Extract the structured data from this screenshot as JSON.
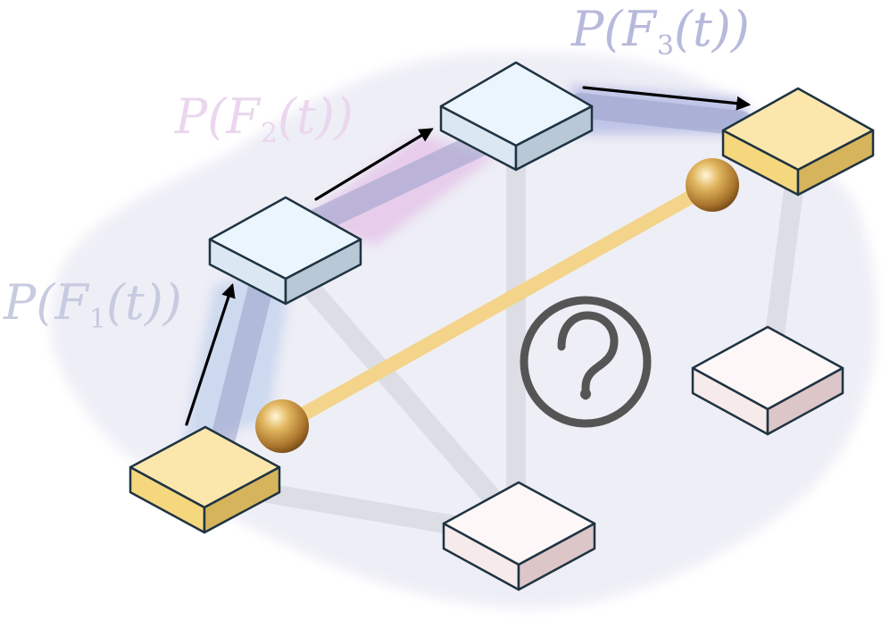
{
  "labels": {
    "p1": {
      "pre": "P(F",
      "sub": "1",
      "post": "(t))"
    },
    "p2": {
      "pre": "P(F",
      "sub": "2",
      "post": "(t))"
    },
    "p3": {
      "pre": "P(F",
      "sub": "3",
      "post": "(t))"
    }
  },
  "colors": {
    "blob": "#e8e9f4",
    "edge": "#d6d6df",
    "path_band": "#9aa0c8",
    "halo_p1": "#c9d6ee",
    "halo_p2": "#e6c9ea",
    "halo_p3": "#b9bfe6",
    "tile_yellow": "#fadf91",
    "tile_blue": "#e4f1fb",
    "tile_pink": "#fbf2f3",
    "bead_link": "#f3d48a",
    "question": "#555555",
    "outline": "#1f3342"
  },
  "icons": [
    "question-mark-icon",
    "gold-sphere-icon",
    "arrow-icon"
  ]
}
